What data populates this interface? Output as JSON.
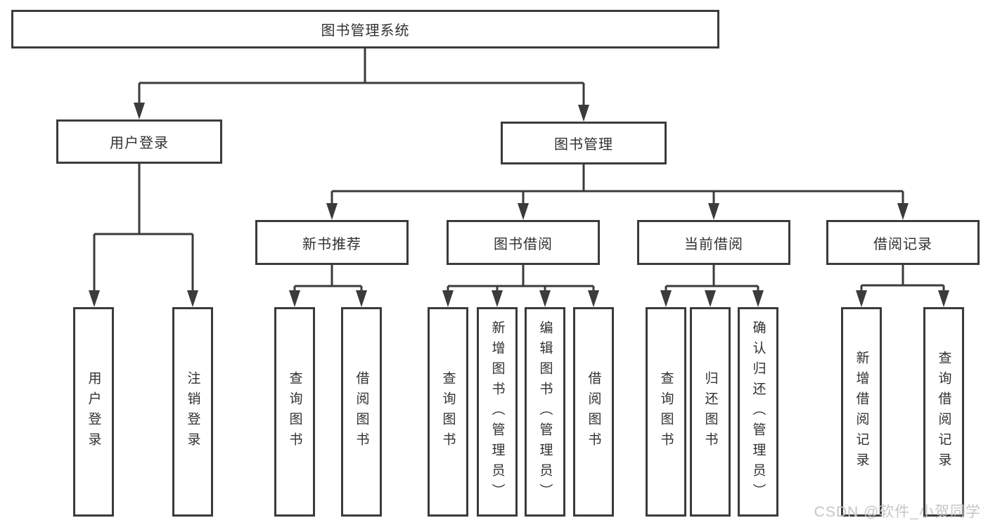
{
  "colors": {
    "line": "#3b3b3b",
    "text": "#313135",
    "background": "#ffffff",
    "watermark": "#c6c6cb"
  },
  "diagram": {
    "root": {
      "label": "图书管理系统"
    },
    "branches": [
      {
        "label": "用户登录",
        "children": [
          {
            "label": "用户登录"
          },
          {
            "label": "注销登录"
          }
        ]
      },
      {
        "label": "图书管理",
        "children": [
          {
            "label": "新书推荐",
            "children": [
              {
                "label": "查询图书"
              },
              {
                "label": "借阅图书"
              }
            ]
          },
          {
            "label": "图书借阅",
            "children": [
              {
                "label": "查询图书"
              },
              {
                "label": "新增图书（管理员）"
              },
              {
                "label": "编辑图书（管理员）"
              },
              {
                "label": "借阅图书"
              }
            ]
          },
          {
            "label": "当前借阅",
            "children": [
              {
                "label": "查询图书"
              },
              {
                "label": "归还图书"
              },
              {
                "label": "确认归还（管理员）"
              }
            ]
          },
          {
            "label": "借阅记录",
            "children": [
              {
                "label": "新增借阅记录"
              },
              {
                "label": "查询借阅记录"
              }
            ]
          }
        ]
      }
    ]
  },
  "watermark": {
    "text": "CSDN @软件_小贺同学"
  }
}
